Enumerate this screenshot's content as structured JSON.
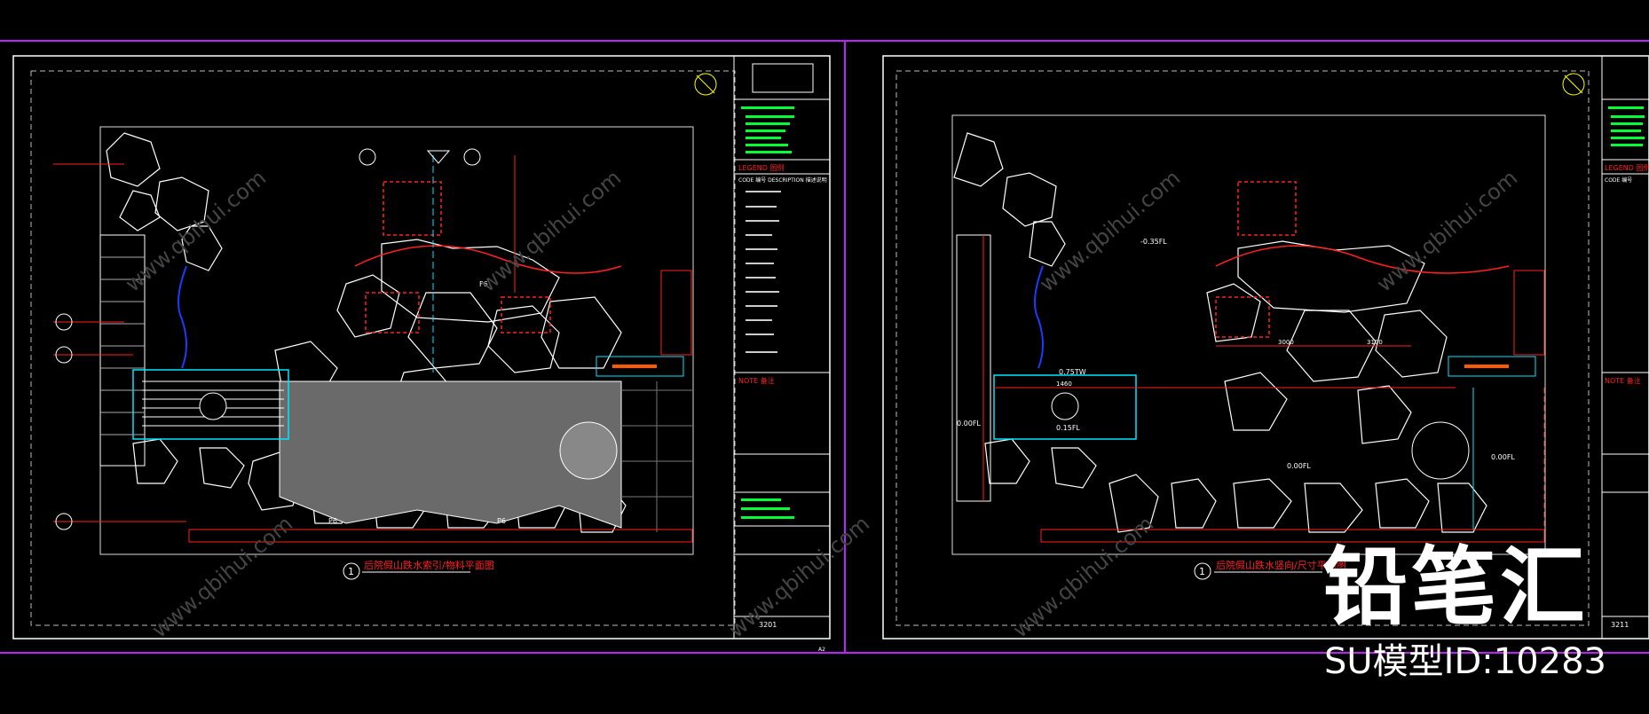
{
  "watermark": {
    "repeat_text": "www.qbihui.com",
    "brand": "铅笔汇",
    "model_id": "SU模型ID:10283"
  },
  "sheets": [
    {
      "title": "后院假山跌水索引/物料平面图",
      "index": "1",
      "legend_header": "LEGEND 图例",
      "legend_cols": "CODE 编号  DESCRIPTION 描述说明",
      "note_header": "NOTE 备注",
      "sheet_no": "3201",
      "corner_mark": "A2",
      "level_labels": [
        "F6",
        "P6",
        "P6"
      ]
    },
    {
      "title": "后院假山跌水竖向/尺寸平面图",
      "index": "1",
      "legend_header": "LEGEND 图例",
      "legend_cols": "CODE 编号",
      "note_header": "NOTE 备注",
      "sheet_no": "3211",
      "elevations": [
        "0.75TW",
        "0.15FL",
        "0.00FL",
        "0.00FL",
        "-0.35FL"
      ],
      "dims": [
        "1460",
        "3000",
        "3100"
      ]
    }
  ],
  "colors": {
    "frame": "#ffffff",
    "accent_red": "#ff2020",
    "cyan": "#00e5ff",
    "green": "#00ff33",
    "purple": "#c020ff",
    "blue": "#1a3cff"
  }
}
